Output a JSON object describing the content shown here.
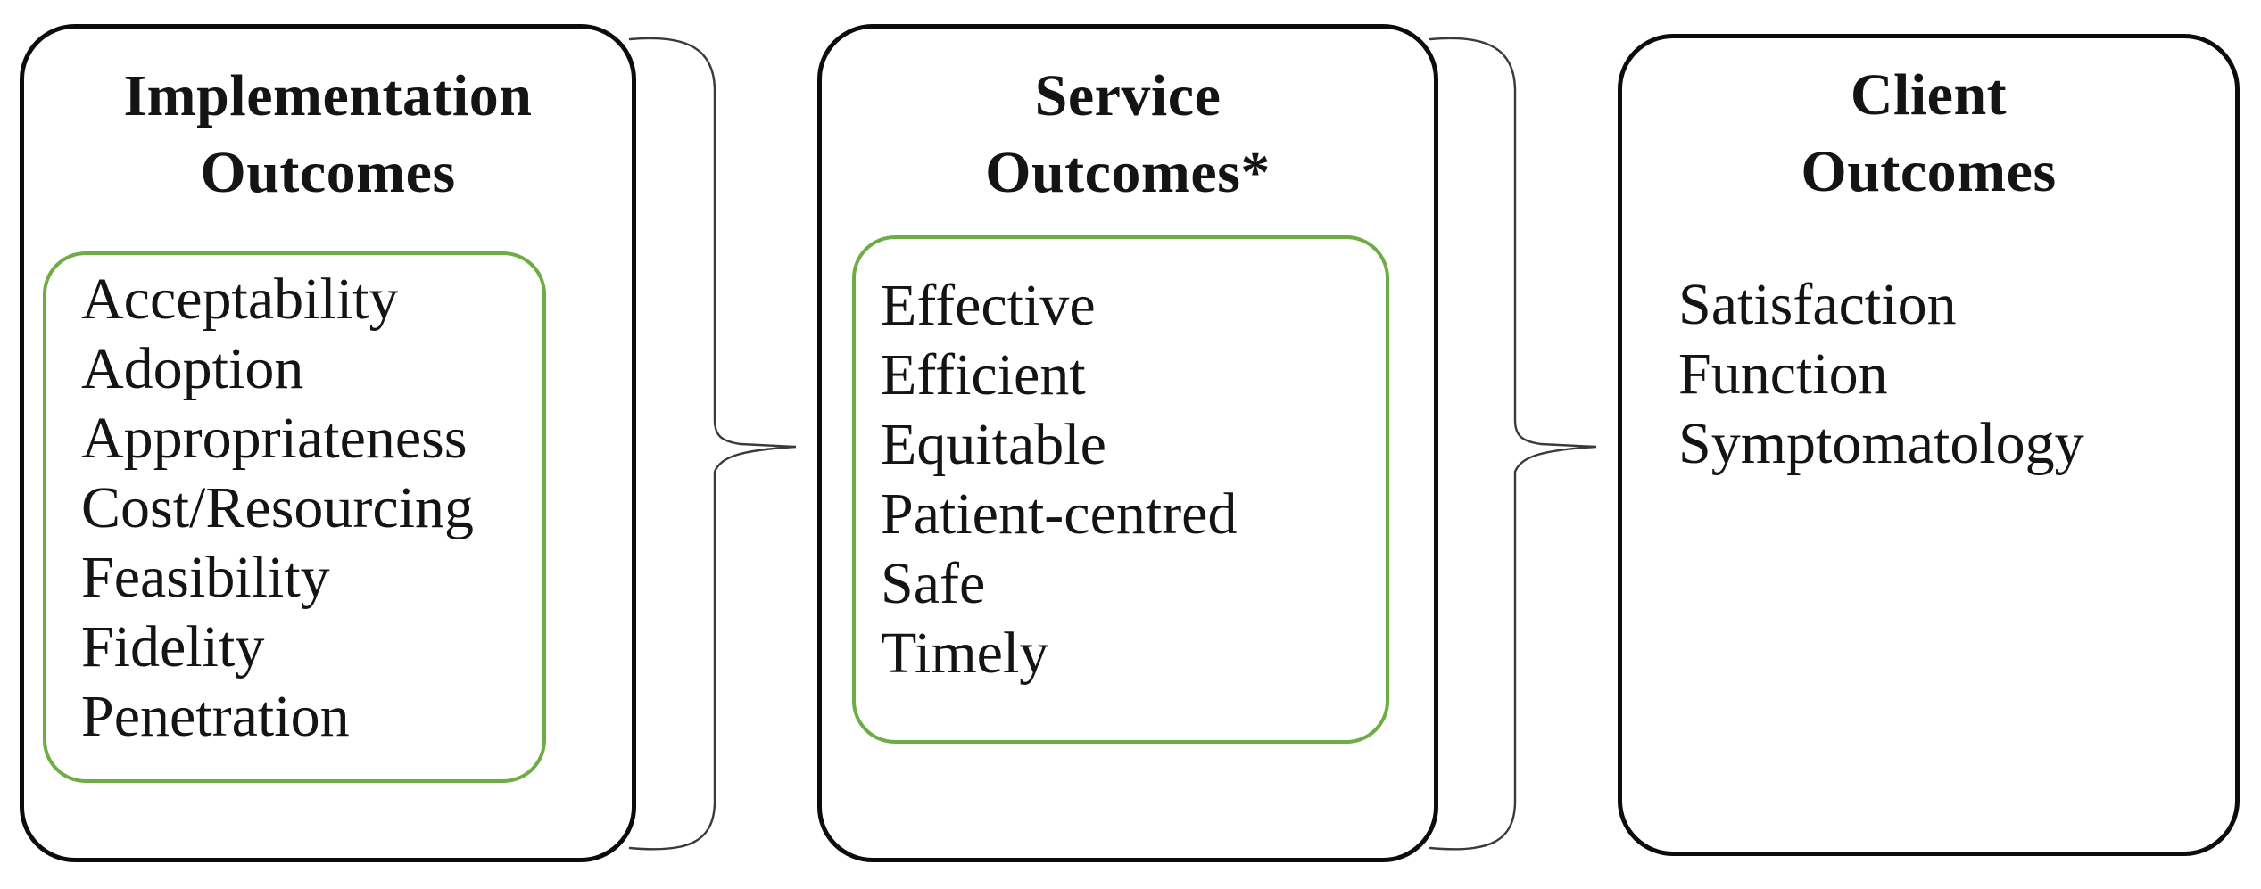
{
  "figure": {
    "background": "#ffffff",
    "colors": {
      "box_border": "#0c0c0c",
      "inner_box_border": "#6eac46",
      "text": "#141414",
      "connector": "#3a3a3a"
    },
    "boxes": [
      {
        "id": "implementation-outcomes",
        "title_lines": [
          "Implementation",
          "Outcomes"
        ],
        "has_inner_box": true,
        "items": [
          "Acceptability",
          "Adoption",
          "Appropriateness",
          "Cost/Resourcing",
          "Feasibility",
          "Fidelity",
          "Penetration"
        ]
      },
      {
        "id": "service-outcomes",
        "title_lines": [
          "Service",
          "Outcomes*"
        ],
        "has_inner_box": true,
        "items": [
          "Effective",
          "Efficient",
          "Equitable",
          "Patient-centred",
          "Safe",
          "Timely"
        ]
      },
      {
        "id": "client-outcomes",
        "title_lines": [
          "Client",
          "Outcomes"
        ],
        "has_inner_box": false,
        "items": [
          "Satisfaction",
          "Function",
          "Symptomatology"
        ]
      }
    ],
    "connectors": [
      {
        "type": "curly-brace",
        "from": "implementation-outcomes",
        "to": "service-outcomes"
      },
      {
        "type": "curly-brace",
        "from": "service-outcomes",
        "to": "client-outcomes"
      }
    ]
  }
}
